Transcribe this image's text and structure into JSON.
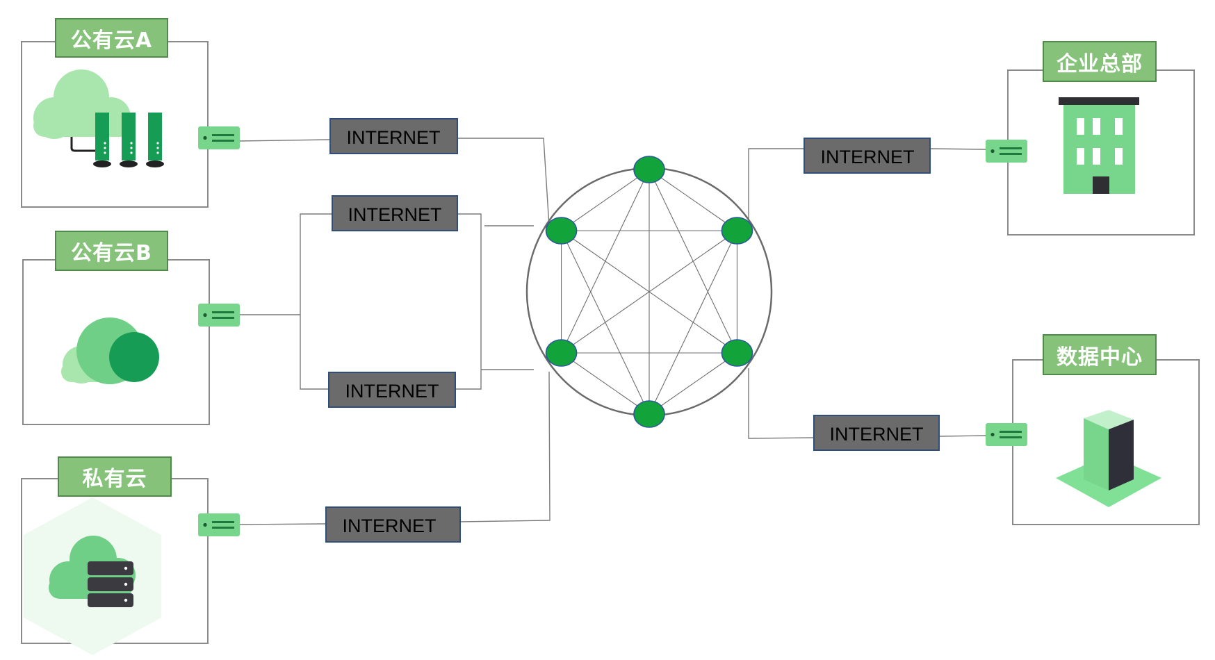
{
  "colors": {
    "title_fill": "#86c27a",
    "title_border": "#4f8a4a",
    "internet_fill": "#6b6b6b",
    "internet_border": "#2f4e7a",
    "node_fill": "#13a33b",
    "device_fill": "#78d68c",
    "icon_dark": "#169c55",
    "icon_light": "#9fe3a6",
    "building_roof": "#2f2f33",
    "line": "#7a7a7a"
  },
  "sites": [
    {
      "id": "public-cloud-a",
      "title": "公有云A",
      "icon": "cloud-server-icon"
    },
    {
      "id": "public-cloud-b",
      "title": "公有云B",
      "icon": "cloud-icon"
    },
    {
      "id": "private-cloud",
      "title": "私有云",
      "icon": "private-cloud-server-icon"
    },
    {
      "id": "enterprise-hq",
      "title": "企业总部",
      "icon": "building-icon"
    },
    {
      "id": "data-center",
      "title": "数据中心",
      "icon": "datacenter-icon"
    }
  ],
  "internet_label": "INTERNET",
  "ring": {
    "node_count": 6,
    "mesh": "full"
  }
}
